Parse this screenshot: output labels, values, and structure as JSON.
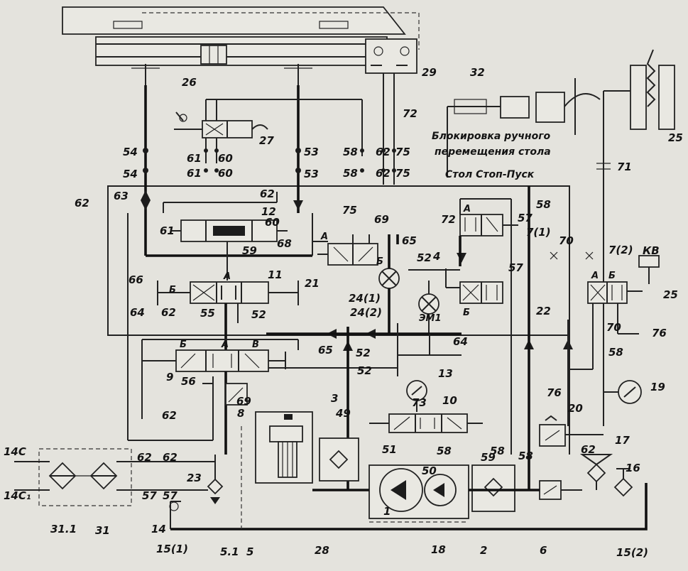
{
  "captions": {
    "manual_lock_line1": "Блокировка ручного",
    "manual_lock_line2": "перемещения стола",
    "table_stop_start": "Стол Стоп-Пуск"
  },
  "components": {
    "c1": "1",
    "c2": "2",
    "c3": "3",
    "c4": "4",
    "c5": "5",
    "c5_1": "5.1",
    "c6": "6",
    "c7_1": "7(1)",
    "c7_2": "7(2)",
    "c8": "8",
    "c9": "9",
    "c10": "10",
    "c11": "11",
    "c12": "12",
    "c13": "13",
    "c14": "14",
    "c14c": "14C",
    "c14c1": "14C₁",
    "c15_1": "15(1)",
    "c15_2": "15(2)",
    "c16": "16",
    "c17": "17",
    "c18": "18",
    "c19": "19",
    "c20": "20",
    "c21": "21",
    "c22": "22",
    "c23": "23",
    "c24_1": "24(1)",
    "c24_2": "24(2)",
    "c25a": "25",
    "c25b": "25",
    "c26": "26",
    "c27": "27",
    "c28": "28",
    "c29": "29",
    "c31": "31",
    "c31_1": "31.1",
    "c32": "32",
    "kv": "КВ",
    "em1": "ЭМ1"
  },
  "ports": {
    "p49": "49",
    "p50": "50",
    "p51": "51",
    "p52a": "52",
    "p52b": "52",
    "p52c": "52",
    "p52d": "52",
    "p53a": "53",
    "p53b": "53",
    "p54a": "54",
    "p54b": "54",
    "p55": "55",
    "p56": "56",
    "p57a": "57",
    "p57b": "57",
    "p57c": "57",
    "p57d": "57",
    "p58a": "58",
    "p58b": "58",
    "p58c": "58",
    "p58d": "58",
    "p58e": "58",
    "p58f": "58",
    "p58g": "58",
    "p59a": "59",
    "p59b": "59",
    "p60a": "60",
    "p60b": "60",
    "p60c": "60",
    "p61a": "61",
    "p61b": "61",
    "p61c": "61",
    "p62a": "62",
    "p62b": "62",
    "p62c": "62",
    "p62d": "62",
    "p62e": "62",
    "p62f": "62",
    "p62g": "62",
    "p62h": "62",
    "p62i": "62",
    "p63": "63",
    "p64a": "64",
    "p64b": "64",
    "p65a": "65",
    "p65b": "65",
    "p66": "66",
    "p68": "68",
    "p69a": "69",
    "p69b": "69",
    "p70a": "70",
    "p70b": "70",
    "p71": "71",
    "p72a": "72",
    "p72b": "72",
    "p73": "73",
    "p75a": "75",
    "p75b": "75",
    "p75c": "75",
    "p76a": "76",
    "p76b": "76",
    "pA1": "А",
    "pA2": "А",
    "pA3": "А",
    "pA4": "А",
    "pA5": "А",
    "pB1": "Б",
    "pB2": "Б",
    "pB3": "Б",
    "pB4": "Б",
    "pB5": "Б",
    "pV1": "В"
  }
}
